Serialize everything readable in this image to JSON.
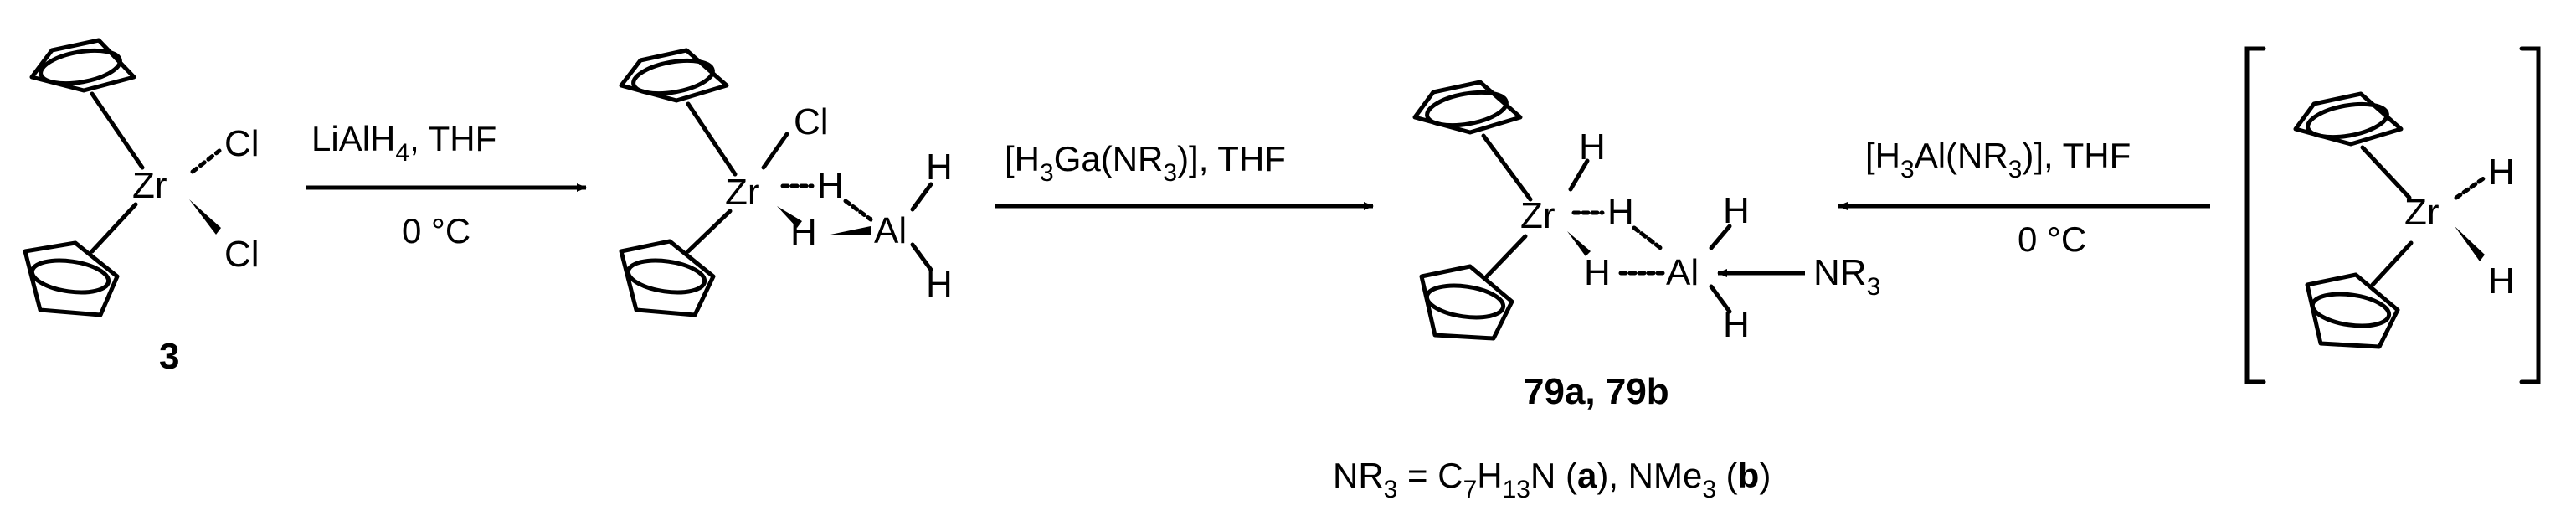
{
  "atoms": {
    "zr": "Zr",
    "cl": "Cl",
    "h": "H",
    "al": "Al",
    "nr": "NR",
    "three": "3"
  },
  "compounds": {
    "start_label": "3",
    "product_label": "79a, 79b"
  },
  "arrows": {
    "step1": {
      "reagent": "LiAlH",
      "reagent_sub": "4",
      "reagent_rest": ", THF",
      "condition": "0 °C"
    },
    "step2": {
      "reagent_pre": "[H",
      "reagent_sub1": "3",
      "reagent_mid": "Ga(NR",
      "reagent_sub2": "3",
      "reagent_post": ")], THF"
    },
    "step3": {
      "reagent_pre": "[H",
      "reagent_sub1": "3",
      "reagent_mid": "Al(NR",
      "reagent_sub2": "3",
      "reagent_post": ")], THF",
      "condition": "0 °C"
    }
  },
  "definition": {
    "nr": "NR",
    "sub3": "3",
    "eq": " = C",
    "sub7": "7",
    "h": "H",
    "sub13": "13",
    "n": "N (",
    "a": "a",
    "mid": "), NMe",
    "sub3b": "3",
    "open": " (",
    "b": "b",
    "close": ")"
  }
}
